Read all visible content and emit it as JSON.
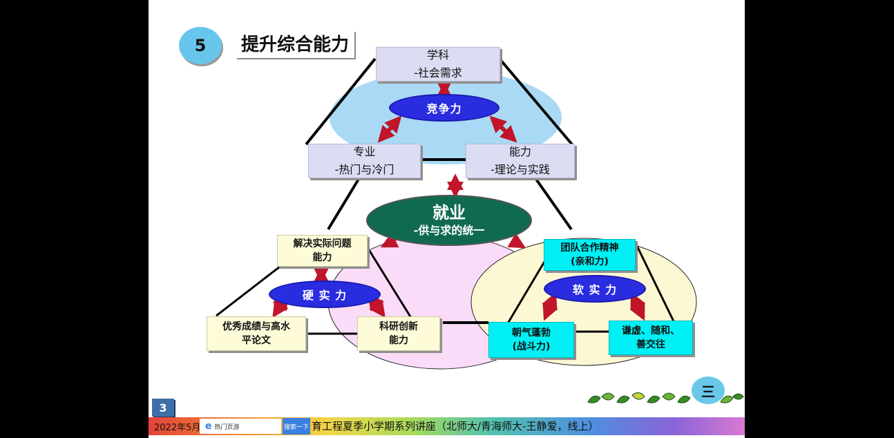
{
  "slide": {
    "section_number": "5",
    "title": "提升综合能力",
    "page_number": "3",
    "corner_mark": "三"
  },
  "diagram": {
    "top": {
      "subject": [
        "学科",
        "-社会需求"
      ],
      "center": "竞争力",
      "major": [
        "专业",
        "-热门与冷门"
      ],
      "ability": [
        "能力",
        "-理论与实践"
      ]
    },
    "employment": [
      "就业",
      "-供与求的统一"
    ],
    "hard": {
      "center": "硬 实 力",
      "problem": [
        "解决实际问题",
        "能力"
      ],
      "grades": [
        "优秀成绩与高水",
        "平论文"
      ],
      "research": [
        "科研创新",
        "能力"
      ]
    },
    "soft": {
      "center": "软 实 力",
      "team": [
        "团队合作精神",
        "(亲和力)"
      ],
      "vigor": [
        "朝气蓬勃",
        "(战斗力)"
      ],
      "humble": [
        "谦虚、随和、",
        "善交往"
      ]
    }
  },
  "overlay_bar": {
    "date": "2022年5月",
    "chip_label": "热门页游",
    "search_button": "搜索一下",
    "caption": "育工程夏季小学期系列讲座（北师大/青海师大-王静爱，线上）"
  },
  "colors": {
    "top_ellipse": "#a9d9f5",
    "left_ellipse": "#fadcf8",
    "right_ellipse": "#fbf8d3",
    "employment": "#106a50",
    "arrows": "#c0152a",
    "blue_ellipse": "#2a2ce0"
  }
}
